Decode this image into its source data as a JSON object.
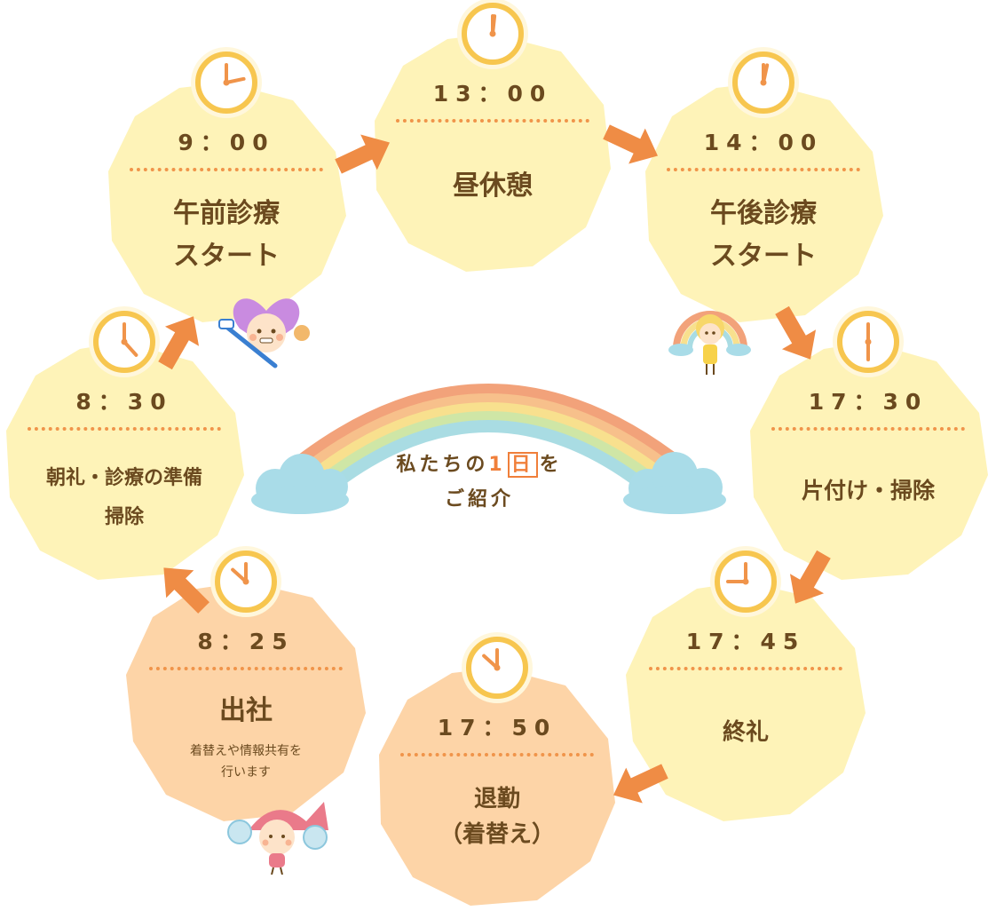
{
  "center": {
    "line1_before": "私たちの",
    "line1_num": "1",
    "line1_day": "日",
    "line1_after": "を",
    "line2": "ご紹介"
  },
  "colors": {
    "yellow": "#fef3b8",
    "peach": "#fdd4a7",
    "clock_ring": "#f7c64f",
    "clock_face": "#ffffff",
    "hand": "#f0944a",
    "arrow": "#ef8c45",
    "text": "#6b4a1f"
  },
  "steps": [
    {
      "id": "0825",
      "time": "8：25",
      "label": "出社",
      "sub1": "着替えや情報共有を",
      "sub2": "行います"
    },
    {
      "id": "0830",
      "time": "8：30",
      "label": "朝礼・診療の準備",
      "label2": "掃除"
    },
    {
      "id": "0900",
      "time": "9：00",
      "label": "午前診療",
      "label2": "スタート"
    },
    {
      "id": "1300",
      "time": "13：00",
      "label": "昼休憩"
    },
    {
      "id": "1400",
      "time": "14：00",
      "label": "午後診療",
      "label2": "スタート"
    },
    {
      "id": "1730",
      "time": "17：30",
      "label": "片付け・掃除"
    },
    {
      "id": "1745",
      "time": "17：45",
      "label": "終礼"
    },
    {
      "id": "1750",
      "time": "17：50",
      "label": "退勤",
      "label2": "（着替え）"
    }
  ]
}
